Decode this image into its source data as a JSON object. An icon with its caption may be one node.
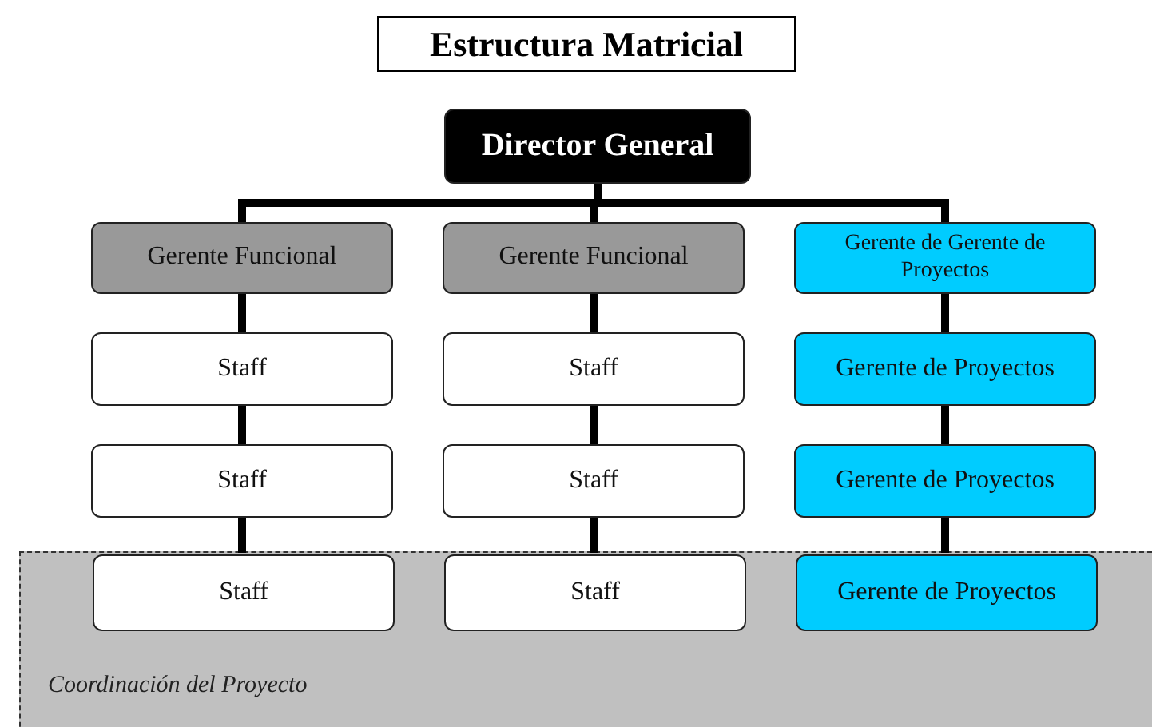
{
  "diagram": {
    "title": "Estructura Matricial",
    "nodes": [
      {
        "text": [
          "Director General"
        ]
      },
      {
        "text": [
          "Gerente Funcional"
        ]
      },
      {
        "text": [
          "Gerente Funcional"
        ]
      },
      {
        "text": [
          "Gerente de Gerente de Proyectos"
        ]
      },
      {
        "text": [
          "Staff"
        ]
      },
      {
        "text": [
          "Staff"
        ]
      },
      {
        "text": [
          "Gerente de Proyectos"
        ]
      },
      {
        "text": [
          "Staff"
        ]
      },
      {
        "text": [
          "Staff"
        ]
      },
      {
        "text": [
          "Gerente de Proyectos"
        ]
      },
      {
        "text": [
          "Coordinación del Proyecto"
        ]
      },
      {
        "text": [
          "Staff"
        ],
        "in": 10
      },
      {
        "text": [
          "Staff"
        ],
        "in": 10
      },
      {
        "text": [
          "Gerente de Proyectos"
        ],
        "in": 10
      }
    ],
    "edges": [
      {
        "from": 0,
        "to": 1,
        "arrow": "none"
      },
      {
        "from": 0,
        "to": 2,
        "arrow": "none"
      },
      {
        "from": 0,
        "to": 3,
        "arrow": "none"
      },
      {
        "from": 1,
        "to": 4,
        "arrow": "none"
      },
      {
        "from": 4,
        "to": 7,
        "arrow": "none"
      },
      {
        "from": 7,
        "to": 11,
        "arrow": "none"
      },
      {
        "from": 2,
        "to": 5,
        "arrow": "none"
      },
      {
        "from": 5,
        "to": 8,
        "arrow": "none"
      },
      {
        "from": 8,
        "to": 12,
        "arrow": "none"
      },
      {
        "from": 3,
        "to": 6,
        "arrow": "none"
      },
      {
        "from": 6,
        "to": 9,
        "arrow": "none"
      },
      {
        "from": 9,
        "to": 13,
        "arrow": "none"
      }
    ]
  }
}
